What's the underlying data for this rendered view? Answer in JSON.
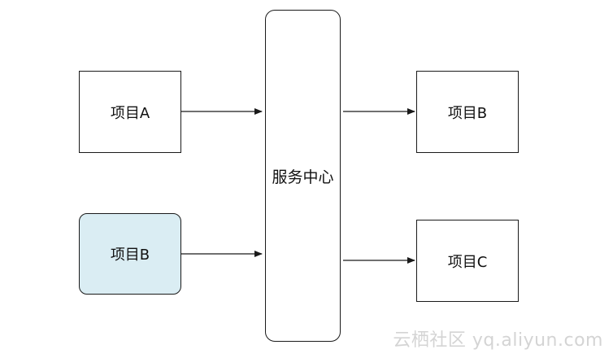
{
  "nodes": {
    "project_a": {
      "label": "项目A"
    },
    "project_b_left": {
      "label": "项目B",
      "fill": "#daedf3"
    },
    "service_center": {
      "label": "服务中心"
    },
    "project_b_right": {
      "label": "项目B"
    },
    "project_c": {
      "label": "项目C"
    }
  },
  "edges": [
    {
      "from": "项目A",
      "to": "服务中心"
    },
    {
      "from": "项目B",
      "to": "服务中心"
    },
    {
      "from": "服务中心",
      "to": "项目B"
    },
    {
      "from": "服务中心",
      "to": "项目C"
    }
  ],
  "watermark": "云栖社区 yq.aliyun.com",
  "colors": {
    "stroke": "#1a1a1a",
    "highlight_fill": "#daedf3",
    "watermark": "#d4d4d4"
  }
}
